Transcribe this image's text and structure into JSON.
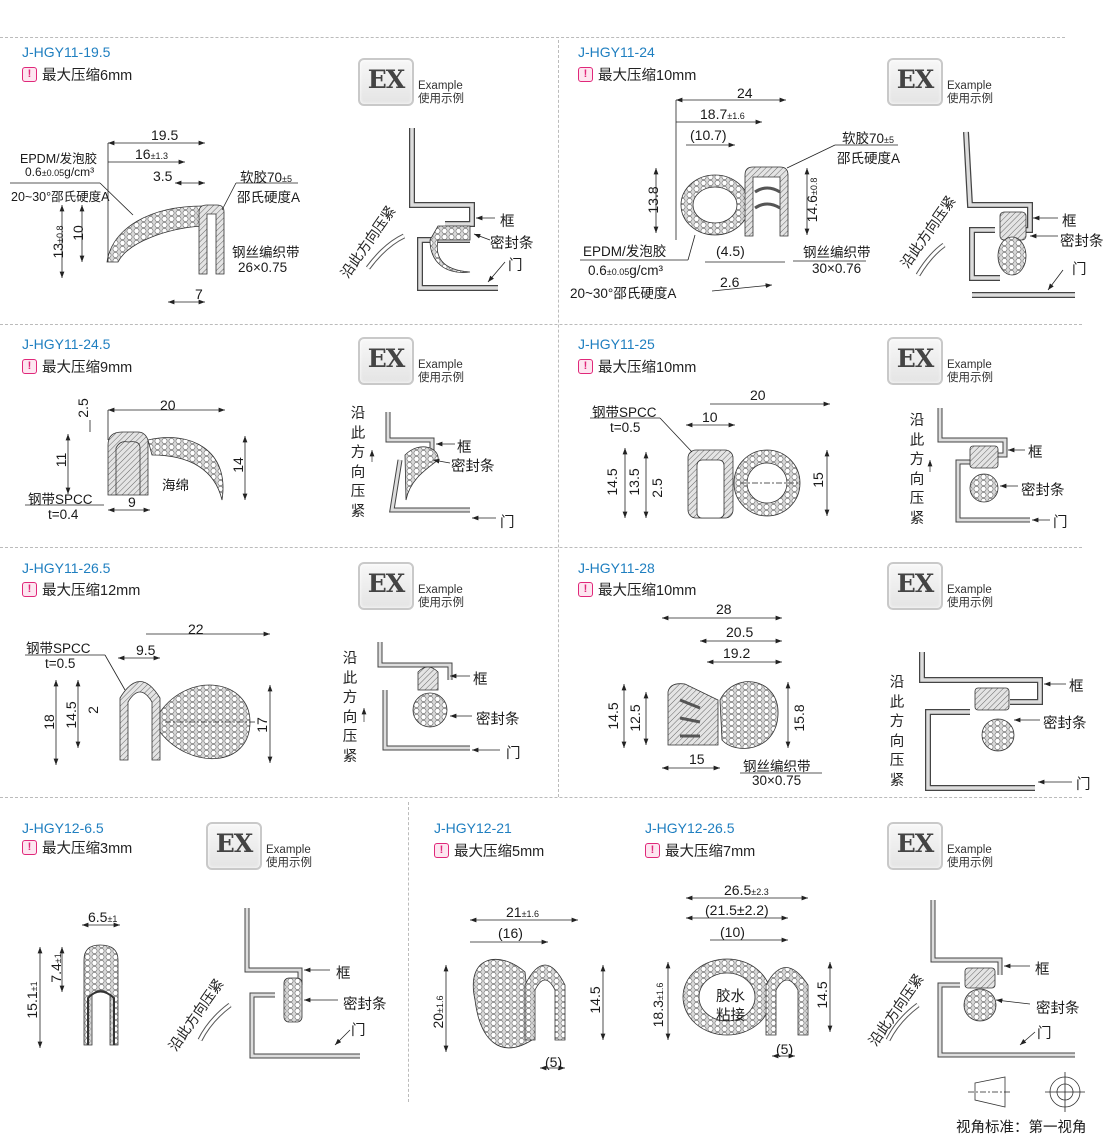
{
  "example_badge": {
    "logo": "EX",
    "en": "Example",
    "zh": "使用示例"
  },
  "colors": {
    "model": "#1f7fc0",
    "warning": "#e0287a",
    "line": "#333333"
  },
  "panels": [
    {
      "model": "J-HGY11-19.5",
      "max_compression": "最大压缩6mm",
      "dims": [
        "19.5",
        {
          "v": "16",
          "tol": "±1.3"
        },
        "3.5",
        {
          "v": "13",
          "tol": "±0.8"
        },
        "10",
        "7"
      ],
      "notes": [
        "EPDM/发泡胶",
        {
          "v": "0.6",
          "tol": "±0.05",
          "unit": "g/cm³"
        },
        "20~30°邵氏硬度A",
        {
          "v": "软胶70",
          "tol": "±5"
        },
        "邵氏硬度A",
        "钢丝编织带",
        "26×0.75"
      ],
      "example": {
        "press": "沿此方向压紧",
        "frame": "框",
        "seal": "密封条",
        "door": "门"
      }
    },
    {
      "model": "J-HGY11-24",
      "max_compression": "最大压缩10mm",
      "dims": [
        "24",
        {
          "v": "18.7",
          "tol": "±1.6"
        },
        "(10.7)",
        "13.8",
        {
          "v": "14.6",
          "tol": "±0.8"
        },
        "(4.5)",
        "2.6"
      ],
      "notes": [
        {
          "v": "软胶70",
          "tol": "±5"
        },
        "邵氏硬度A",
        "EPDM/发泡胶",
        {
          "v": "0.6",
          "tol": "±0.05",
          "unit": "g/cm³"
        },
        "20~30°邵氏硬度A",
        "钢丝编织带",
        "30×0.76"
      ],
      "example": {
        "press": "沿此方向压紧",
        "frame": "框",
        "seal": "密封条",
        "door": "门"
      }
    },
    {
      "model": "J-HGY11-24.5",
      "max_compression": "最大压缩9mm",
      "dims": [
        "2.5",
        "20",
        "11",
        "14",
        "9"
      ],
      "notes": [
        "海绵",
        "钢带SPCC",
        "t=0.4"
      ],
      "example": {
        "press": "沿此方向压紧",
        "frame": "框",
        "seal": "密封条",
        "door": "门"
      }
    },
    {
      "model": "J-HGY11-25",
      "max_compression": "最大压缩10mm",
      "dims": [
        "10",
        "20",
        "14.5",
        "13.5",
        "2.5",
        "15"
      ],
      "notes": [
        "钢带SPCC",
        "t=0.5"
      ],
      "example": {
        "press": "沿此方向压紧",
        "frame": "框",
        "seal": "密封条",
        "door": "门"
      }
    },
    {
      "model": "J-HGY11-26.5",
      "max_compression": "最大压缩12mm",
      "dims": [
        "22",
        "9.5",
        "18",
        "14.5",
        "2",
        "17"
      ],
      "notes": [
        "钢带SPCC",
        "t=0.5"
      ],
      "example": {
        "press": "沿此方向压紧",
        "frame": "框",
        "seal": "密封条",
        "door": "门"
      }
    },
    {
      "model": "J-HGY11-28",
      "max_compression": "最大压缩10mm",
      "dims": [
        "28",
        "20.5",
        "19.2",
        "14.5",
        "12.5",
        "15.8",
        "15"
      ],
      "notes": [
        "钢丝编织带",
        "30×0.75"
      ],
      "example": {
        "press": "沿此方向压紧",
        "frame": "框",
        "seal": "密封条",
        "door": "门"
      }
    },
    {
      "model": "J-HGY12-6.5",
      "max_compression": "最大压缩3mm",
      "dims": [
        {
          "v": "6.5",
          "tol": "±1"
        },
        {
          "v": "7.4",
          "tol": "±1"
        },
        {
          "v": "15.1",
          "tol": "±1"
        }
      ],
      "example": {
        "press": "沿此方向压紧",
        "frame": "框",
        "seal": "密封条",
        "door": "门"
      }
    },
    {
      "model": "J-HGY12-21",
      "max_compression": "最大压缩5mm",
      "dims": [
        {
          "v": "21",
          "tol": "±1.6"
        },
        "(16)",
        {
          "v": "20",
          "tol": "±1.6"
        },
        "14.5",
        "(5)"
      ]
    },
    {
      "model": "J-HGY12-26.5",
      "max_compression": "最大压缩7mm",
      "dims": [
        {
          "v": "26.5",
          "tol": "±2.3"
        },
        "(21.5±2.2)",
        "(10)",
        {
          "v": "18.3",
          "tol": "±1.6"
        },
        "14.5",
        "(5)"
      ],
      "notes": [
        "胶水",
        "粘接"
      ],
      "example": {
        "press": "沿此方向压紧",
        "frame": "框",
        "seal": "密封条",
        "door": "门"
      }
    }
  ],
  "footer": {
    "projection": "视角标准：第一视角"
  }
}
